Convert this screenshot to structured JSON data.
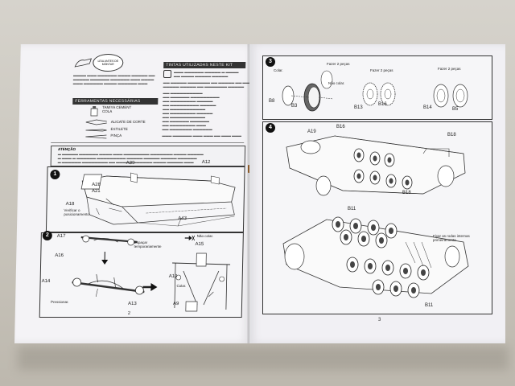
{
  "left_page": {
    "logo_text": "LEIA ANTES DE MONTAR",
    "tools_header": "FERRAMENTAS NECESSÁRIAS",
    "paints_header": "TINTAS UTILIZADAS NESTE KIT",
    "tools": [
      {
        "label": "TAMIYA CEMENT COLA"
      },
      {
        "label": "ALICATE DE CORTE"
      },
      {
        "label": "ESTILETE"
      },
      {
        "label": "PINÇA"
      }
    ],
    "attention_label": "ATENÇÃO",
    "step1": {
      "number": "1",
      "labels": [
        "A30",
        "A12",
        "A28",
        "A21",
        "A18",
        "A43"
      ],
      "note": "Verificar o posicionamento"
    },
    "step2": {
      "number": "2",
      "labels": [
        "A17",
        "A16",
        "A14",
        "A13",
        "A15",
        "A10",
        "A9"
      ],
      "notes": [
        "Espaçar temporariamente",
        "Não colar.",
        "Colar.",
        "Pressionar."
      ]
    },
    "page_number": "2"
  },
  "right_page": {
    "step3": {
      "number": "3",
      "labels": [
        "B8",
        "B3",
        "B13",
        "B16",
        "B14",
        "B5"
      ],
      "notes": [
        "Fazer 2 peças",
        "Colar.",
        "Não colar.",
        "Fazer 2 peças",
        "Fazer 2 peças"
      ]
    },
    "step4": {
      "number": "4",
      "labels": [
        "A19",
        "B16",
        "B18",
        "B18",
        "B11",
        "B11"
      ],
      "notes": [
        "Fixar as rodas internas primeiramente."
      ]
    },
    "page_number": "3"
  }
}
